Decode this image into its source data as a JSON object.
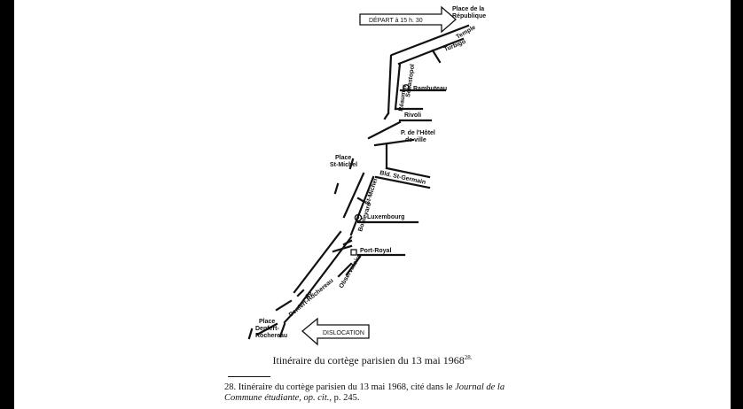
{
  "map": {
    "labels": {
      "place_republique_1": "Place de la",
      "place_republique_2": "République",
      "depart": "DÉPART à 15 h. 30",
      "temple": "Temple",
      "turbigo": "Turbigo",
      "sebastopol": "Sébastopol",
      "reaumur": "Réaumur",
      "rambuteau": "Rambuteau",
      "rivoli": "Rivoli",
      "hotel_1": "P. de l'Hôtel",
      "hotel_2": "de ville",
      "place_st_michel_1": "Place",
      "place_st_michel_2": "St-Michel",
      "bld_st_germain": "Bld. St-Germain",
      "boulevard": "Boulevard",
      "st_michel": "St-Michel",
      "luxembourg": "Luxembourg",
      "port_royal": "Port-Royal",
      "observatoire": "Observatoire",
      "av": "Av.",
      "denfert_avenue": "Denfert-Rochereau",
      "place_denfert_1": "Place",
      "place_denfert_2": "Denfert-",
      "place_denfert_3": "Rochereau",
      "dislocation": "DISLOCATION"
    }
  },
  "caption": {
    "text": "Itinéraire du cortège parisien du 13 mai 1968",
    "ref": "28."
  },
  "footnote": {
    "text_a": "28. Itinéraire du cortège parisien du 13 mai 1968, cité dans le",
    "italic_a": "Journal de",
    "italic_b": "la Commune étudiante, op. cit.",
    "text_b": ", p. 245."
  }
}
